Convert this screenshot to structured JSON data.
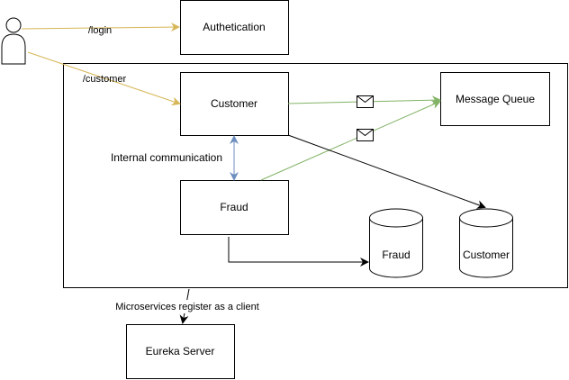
{
  "diagram": {
    "nodes": {
      "authentication": "Authetication",
      "customer": "Customer",
      "fraud": "Fraud",
      "message_queue": "Message Queue",
      "eureka_server": "Eureka Server",
      "fraud_db": "Fraud",
      "customer_db": "Customer"
    },
    "edges": {
      "login": "/login",
      "customer_route": "/customer",
      "internal_communication": "Internal communication",
      "eureka_register": "Microservices register as a client"
    },
    "colors": {
      "login_edge": "#d6b656",
      "customer_edge": "#d6b656",
      "internal_edge": "#6c8ebf",
      "queue_edge": "#82b366",
      "db_edge": "#000000"
    }
  }
}
